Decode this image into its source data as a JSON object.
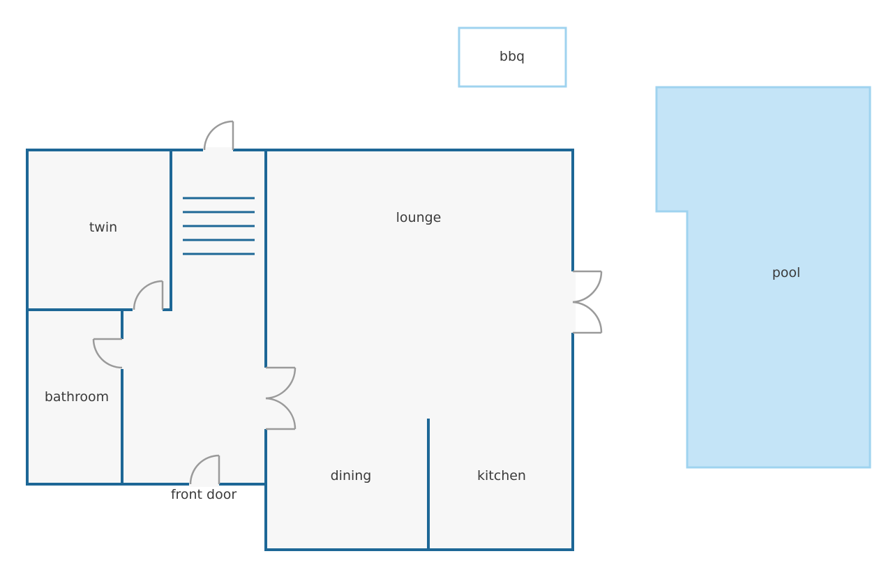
{
  "rooms": {
    "twin": "twin",
    "bathroom": "bathroom",
    "lounge": "lounge",
    "dining": "dining",
    "kitchen": "kitchen"
  },
  "outdoor": {
    "bbq": "bbq",
    "pool": "pool"
  },
  "entrance": {
    "front_door": "front door"
  },
  "colors": {
    "wall": "#1d6796",
    "floor": "#f7f7f7",
    "pool_fill": "#c4e4f7",
    "pool_border": "#9fd3ef",
    "door": "#9a9a9a"
  }
}
